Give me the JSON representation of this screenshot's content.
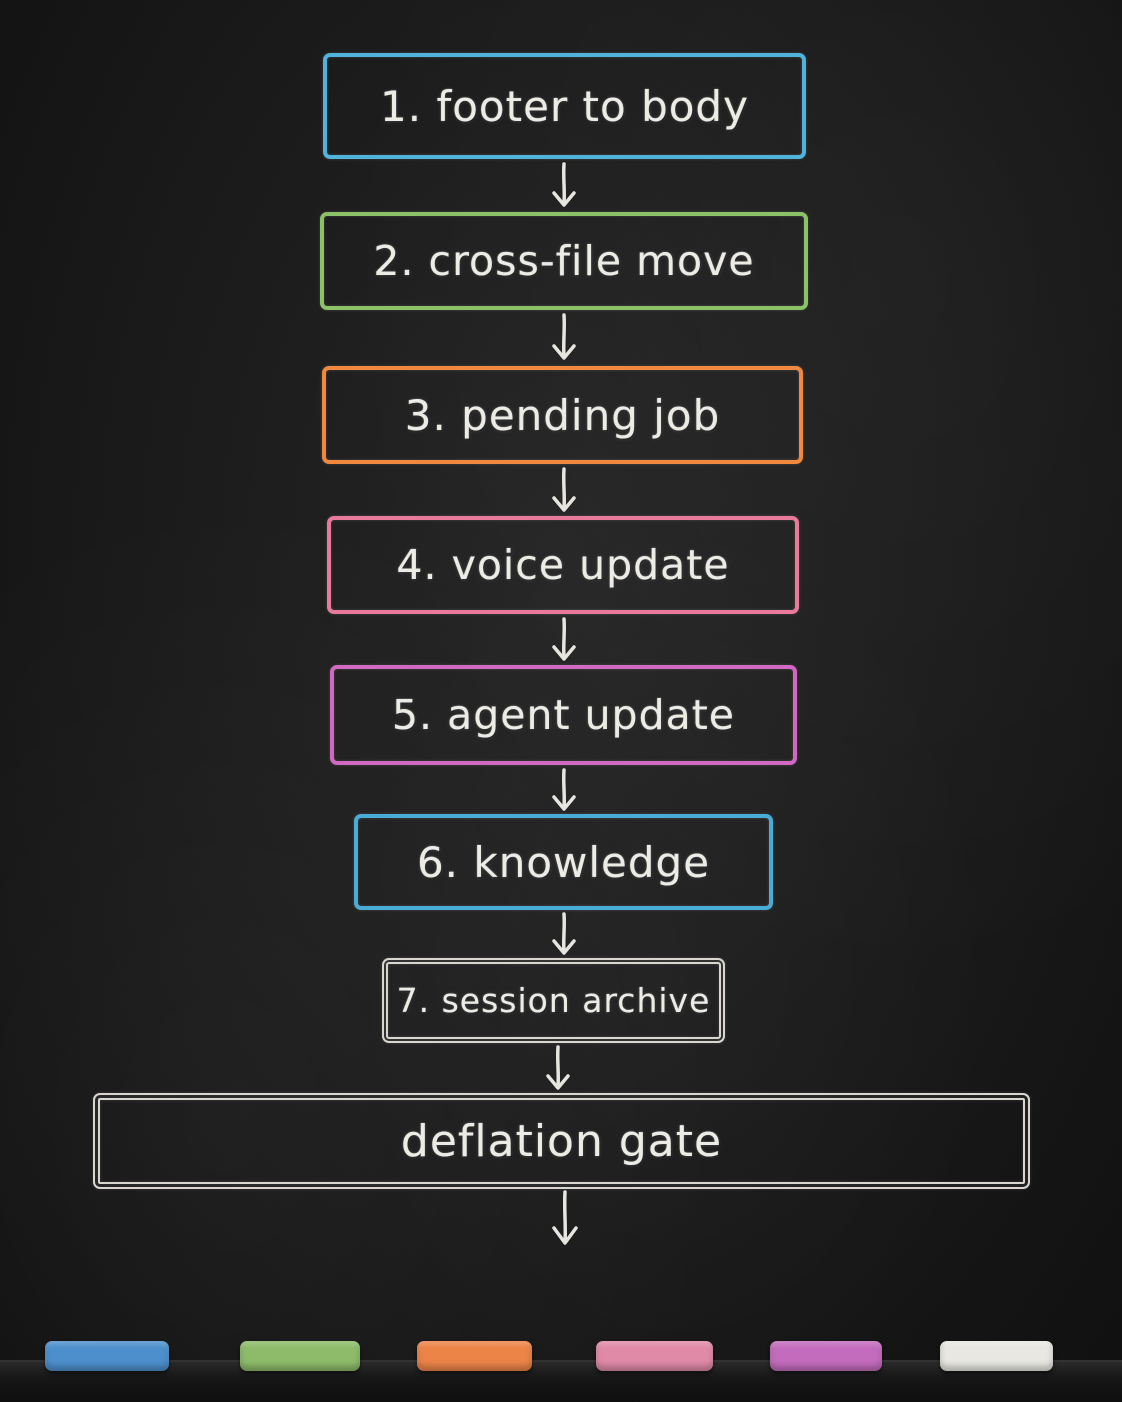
{
  "steps": [
    {
      "label": "1. footer to body",
      "color": "#4fb3dc"
    },
    {
      "label": "2. cross-file move",
      "color": "#8cc266"
    },
    {
      "label": "3. pending job",
      "color": "#f0883e"
    },
    {
      "label": "4. voice update",
      "color": "#e97a9c"
    },
    {
      "label": "5. agent update",
      "color": "#d368c2"
    },
    {
      "label": "6. knowledge",
      "color": "#49acd6"
    },
    {
      "label": "7. session archive",
      "color": "#d8d6cf"
    }
  ],
  "gate": {
    "label": "deflation gate",
    "color": "#d8d6cf"
  },
  "chalk_colors": {
    "blue": "#4d8fcc",
    "green": "#8dbb6a",
    "orange": "#ec8448",
    "pink": "#e08aa8",
    "purple": "#c36cbd",
    "white": "#e8e7e2"
  },
  "icons": {
    "flow_arrow": "down-arrow-icon"
  }
}
